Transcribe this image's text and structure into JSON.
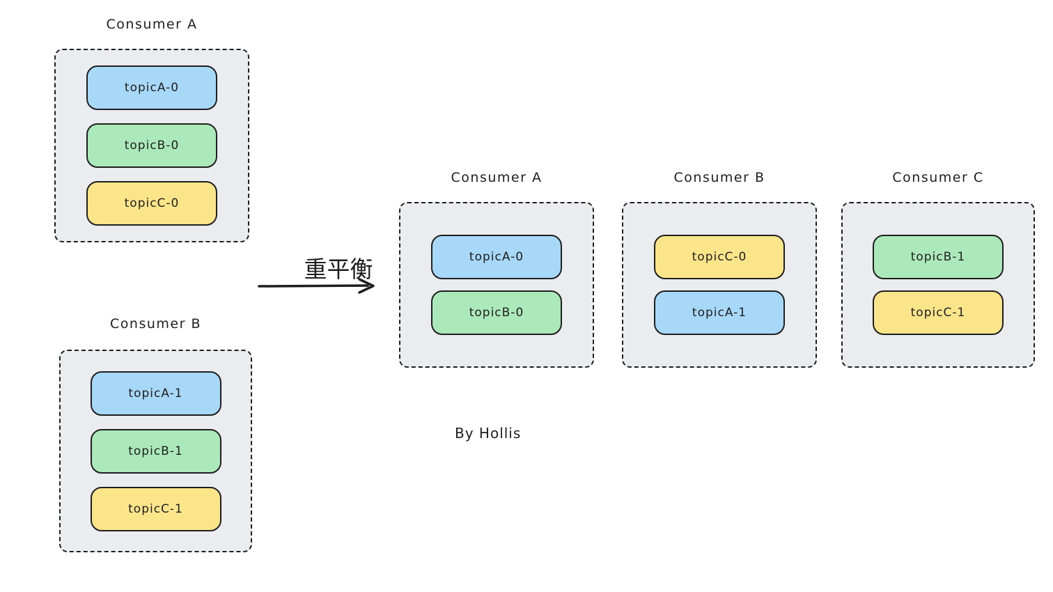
{
  "colors": {
    "blue": "#a7d8f8",
    "green": "#abe9bb",
    "yellow": "#fbe58a",
    "group_bg": "#ebecf0",
    "ink": "#1e1e1e"
  },
  "arrow": {
    "label": "重平衡"
  },
  "byline": "By Hollis",
  "before": {
    "groups": [
      {
        "title": "Consumer A",
        "partitions": [
          {
            "label": "topicA-0",
            "color": "blue"
          },
          {
            "label": "topicB-0",
            "color": "green"
          },
          {
            "label": "topicC-0",
            "color": "yellow"
          }
        ]
      },
      {
        "title": "Consumer B",
        "partitions": [
          {
            "label": "topicA-1",
            "color": "blue"
          },
          {
            "label": "topicB-1",
            "color": "green"
          },
          {
            "label": "topicC-1",
            "color": "yellow"
          }
        ]
      }
    ]
  },
  "after": {
    "groups": [
      {
        "title": "Consumer A",
        "partitions": [
          {
            "label": "topicA-0",
            "color": "blue"
          },
          {
            "label": "topicB-0",
            "color": "green"
          }
        ]
      },
      {
        "title": "Consumer B",
        "partitions": [
          {
            "label": "topicC-0",
            "color": "yellow"
          },
          {
            "label": "topicA-1",
            "color": "blue"
          }
        ]
      },
      {
        "title": "Consumer C",
        "partitions": [
          {
            "label": "topicB-1",
            "color": "green"
          },
          {
            "label": "topicC-1",
            "color": "yellow"
          }
        ]
      }
    ]
  }
}
